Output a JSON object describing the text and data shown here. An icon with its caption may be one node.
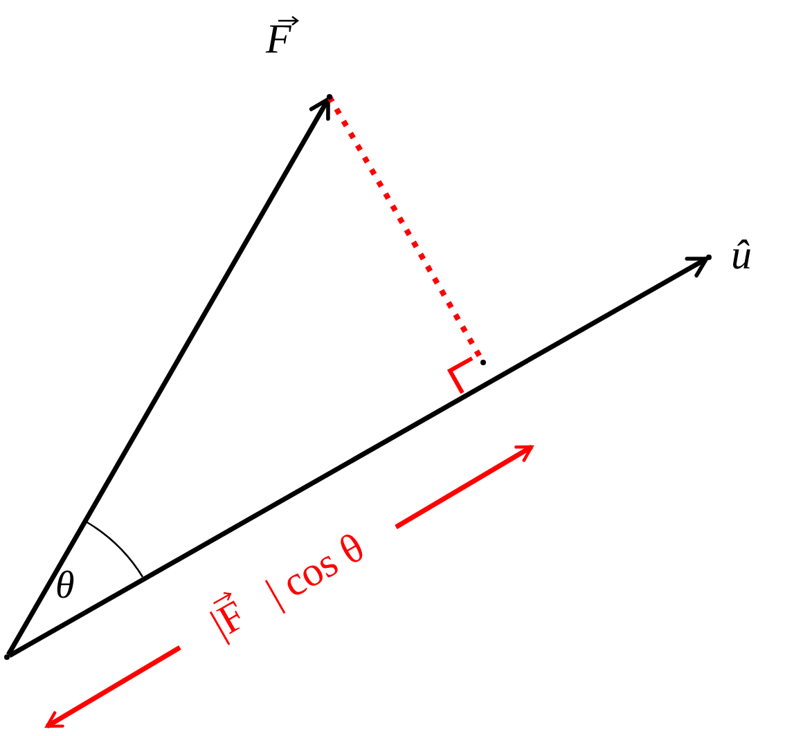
{
  "diagram": {
    "nodes": [
      {
        "text": [],
        "shape": "point"
      },
      {
        "text": [],
        "shape": "point",
        "beside": [
          "F⃗"
        ]
      },
      {
        "text": [],
        "shape": "point",
        "beside": [
          "û"
        ]
      },
      {
        "text": [],
        "shape": "point"
      }
    ],
    "edges": [
      {
        "from": 0,
        "to": 1,
        "arrow": "to"
      },
      {
        "from": 0,
        "to": 2,
        "arrow": "to"
      },
      {
        "from": 1,
        "to": 3,
        "arrow": "none",
        "style": "dashed",
        "color": "#ff0000"
      }
    ],
    "labels": [
      "θ",
      "|F⃗| cos θ"
    ]
  }
}
